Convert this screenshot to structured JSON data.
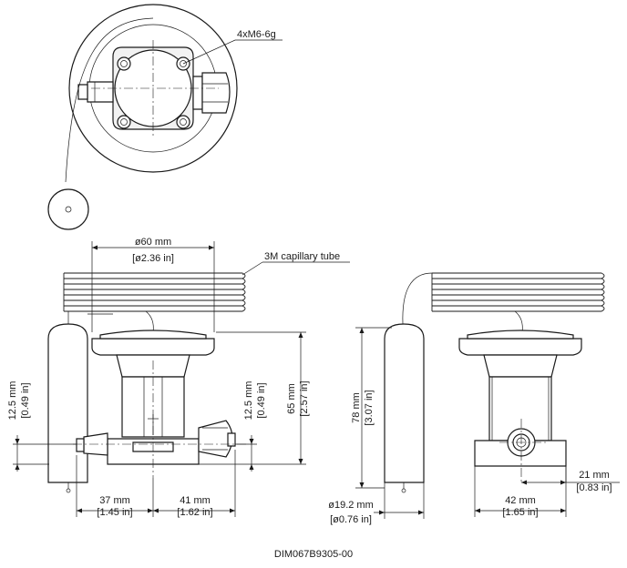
{
  "labels": {
    "thread": "4xM6-6g",
    "capillary": "3M capillary tube",
    "flange_dia_mm": "ø60 mm",
    "flange_dia_in": "[ø2.36 in]",
    "left_h_mm": "12.5 mm",
    "left_h_in": "[0.49 in]",
    "mid_h_mm": "12.5 mm",
    "mid_h_in": "[0.49 in]",
    "height65_mm": "65 mm",
    "height65_in": "[2.57 in]",
    "height78_mm": "78 mm",
    "height78_in": "[3.07 in]",
    "w37_mm": "37 mm",
    "w37_in": "[1.45 in]",
    "w41_mm": "41 mm",
    "w41_in": "[1.62 in]",
    "bulb_dia_mm": "ø19.2 mm",
    "bulb_dia_in": "[ø0.76 in]",
    "w42_mm": "42 mm",
    "w42_in": "[1.65 in]",
    "w21_mm": "21 mm",
    "w21_in": "[0.83 in]",
    "drawing_ref": "DIM067B9305-00"
  }
}
